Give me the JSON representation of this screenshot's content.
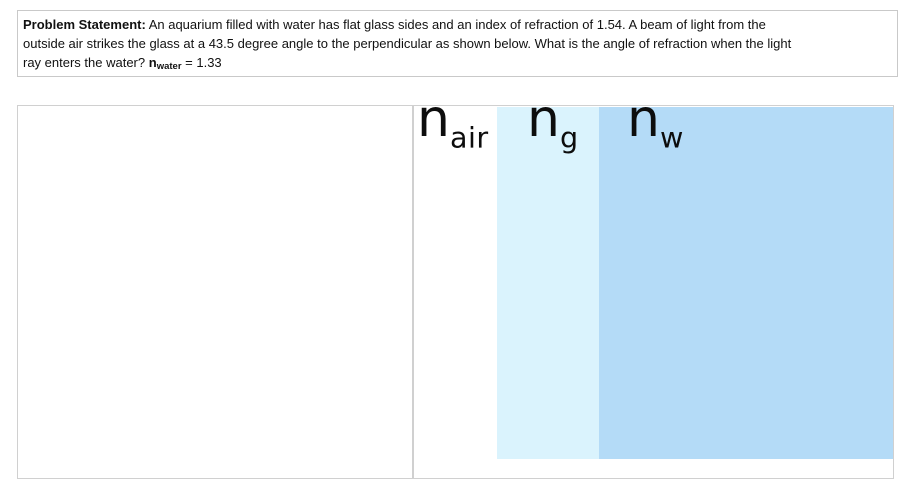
{
  "problem": {
    "title": "Problem Statement:",
    "line1_rest": " An aquarium filled with water has flat glass sides and an index of refraction of 1.54.  A beam of light from the",
    "line2": "outside air strikes the glass at a 43.5 degree angle to the perpendicular as shown below.  What is the angle of refraction when the light",
    "line3_prefix": "ray enters the water?",
    "n_symbol": "n",
    "n_subscript": "water",
    "n_value": "= 1.33"
  },
  "diagram": {
    "regions": [
      {
        "name": "air",
        "symbol": "n",
        "subscript": "air"
      },
      {
        "name": "glass",
        "symbol": "n",
        "subscript": "g"
      },
      {
        "name": "water",
        "symbol": "n",
        "subscript": "w"
      }
    ],
    "colors": {
      "glass_fill": "#daf3fd",
      "water_fill": "#b4dbf7",
      "border_gray": "#d0d0d0"
    }
  }
}
